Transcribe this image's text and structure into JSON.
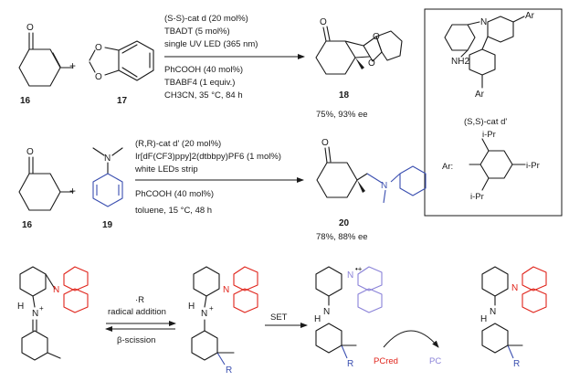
{
  "reaction1": {
    "cond_top": [
      "(S-S)-cat d (20 mol%)",
      "TBADT (5 mol%)",
      "single UV LED (365 nm)"
    ],
    "cond_bottom": [
      "PhCOOH (40 mol%)",
      "TBABF4 (1 equiv.)",
      "CH3CN, 35 °C, 84 h"
    ],
    "reactant1": "16",
    "plus": "+",
    "reactant2": "17",
    "product": "18",
    "yield": "75%, 93% ee"
  },
  "reaction2": {
    "cond_top": [
      "(R,R)-cat d' (20 mol%)",
      "Ir[dF(CF3)ppy]2(dtbbpy)PF6 (1 mol%)",
      "white LEDs strip"
    ],
    "cond_bottom": [
      "PhCOOH (40 mol%)",
      "toluene, 15 °C, 48 h"
    ],
    "reactant1": "16",
    "plus": "+",
    "reactant2": "19",
    "product": "20",
    "yield": "78%, 88% ee"
  },
  "catalyst_box": {
    "label": "(S,S)-cat d'",
    "ar_label": "Ar",
    "ar_def": "Ar:",
    "nh2": "NH2",
    "ipr": "i-Pr"
  },
  "mechanism": {
    "radical": "·R",
    "radical_addition": "radical addition",
    "beta_scission": "β-scission",
    "set": "SET",
    "pc_red": "PCred",
    "pc": "PC",
    "r": "R"
  },
  "colors": {
    "black": "#1a1a1a",
    "red": "#e0241b",
    "blue": "#3b4fb0",
    "purple": "#8a82d8"
  }
}
